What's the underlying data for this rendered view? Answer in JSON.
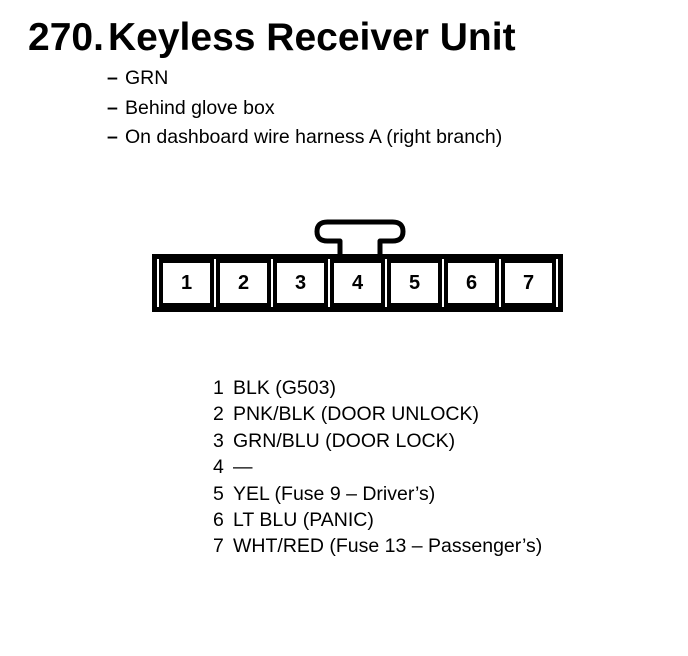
{
  "title": {
    "number": "270.",
    "text": "Keyless Receiver Unit"
  },
  "notes": {
    "bullet_char": "–",
    "items": [
      "GRN",
      "Behind glove box",
      "On dashboard wire harness A (right branch)"
    ]
  },
  "connector": {
    "cells": [
      "1",
      "2",
      "3",
      "4",
      "5",
      "6",
      "7"
    ]
  },
  "pins": [
    {
      "number": "1",
      "label": "BLK (G503)"
    },
    {
      "number": "2",
      "label": "PNK/BLK (DOOR UNLOCK)"
    },
    {
      "number": "3",
      "label": "GRN/BLU (DOOR LOCK)"
    },
    {
      "number": "4",
      "label": "—"
    },
    {
      "number": "5",
      "label": "YEL (Fuse 9 – Driver’s)"
    },
    {
      "number": "6",
      "label": "LT BLU (PANIC)"
    },
    {
      "number": "7",
      "label": "WHT/RED (Fuse 13 – Passenger’s)"
    }
  ],
  "colors": {
    "ink": "#000000",
    "paper": "#ffffff"
  }
}
